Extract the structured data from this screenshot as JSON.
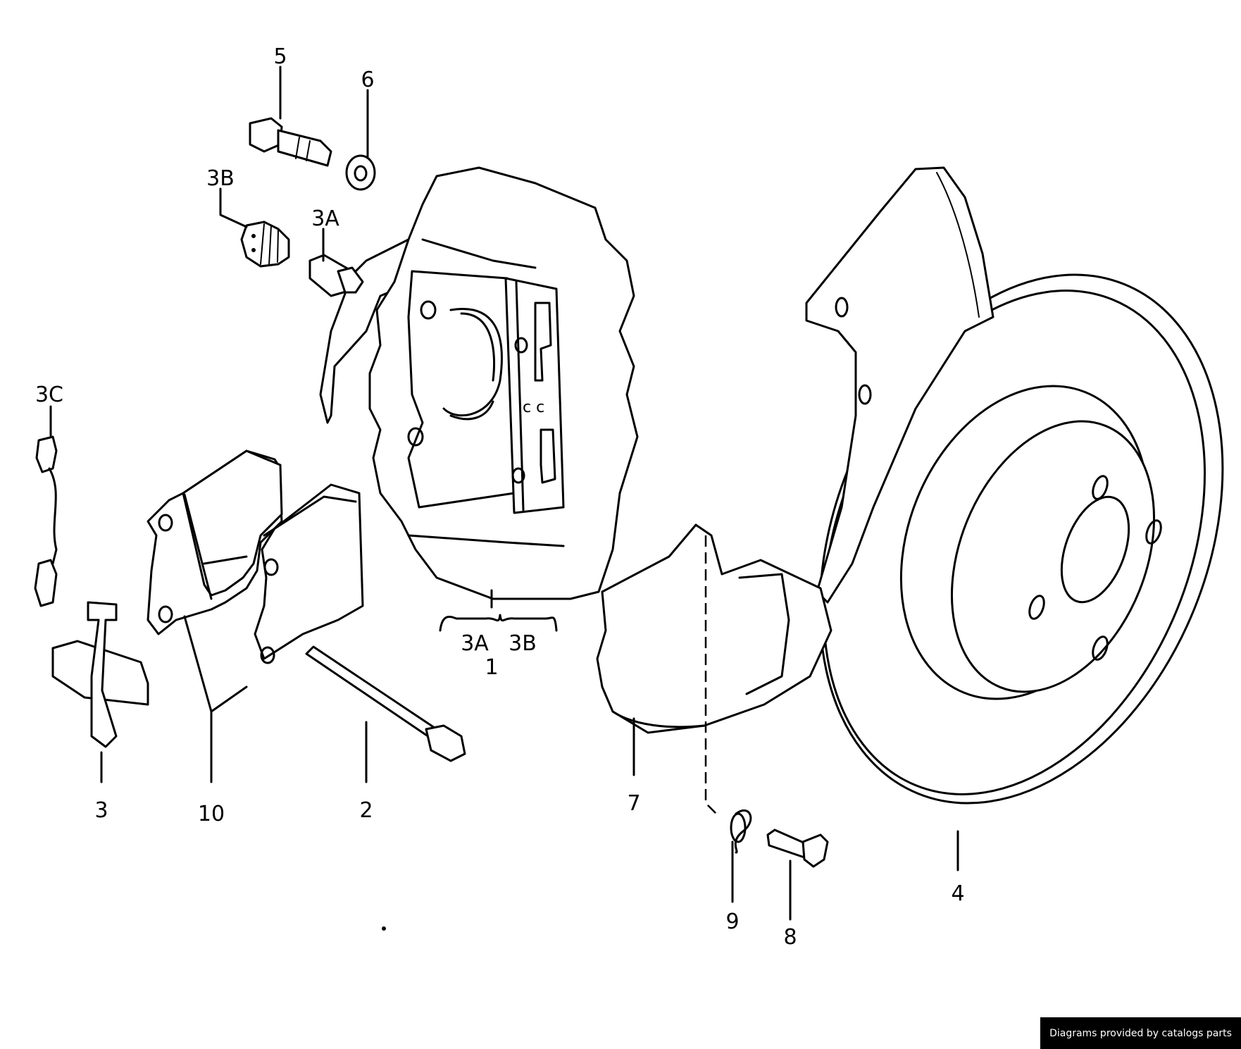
{
  "callouts": {
    "c1": "1",
    "c2": "2",
    "c3": "3",
    "c3a_top": "3A",
    "c3a_group": "3A",
    "c3b_top": "3B",
    "c3b_group": "3B",
    "c3c": "3C",
    "c4": "4",
    "c5": "5",
    "c6": "6",
    "c7": "7",
    "c8": "8",
    "c9": "9",
    "c10": "10"
  },
  "footer": {
    "text": "Diagrams provided by catalogs parts"
  },
  "colors": {
    "ink": "#000000",
    "paper": "#ffffff",
    "footer_bg": "#000000",
    "footer_text": "#ffffff"
  }
}
